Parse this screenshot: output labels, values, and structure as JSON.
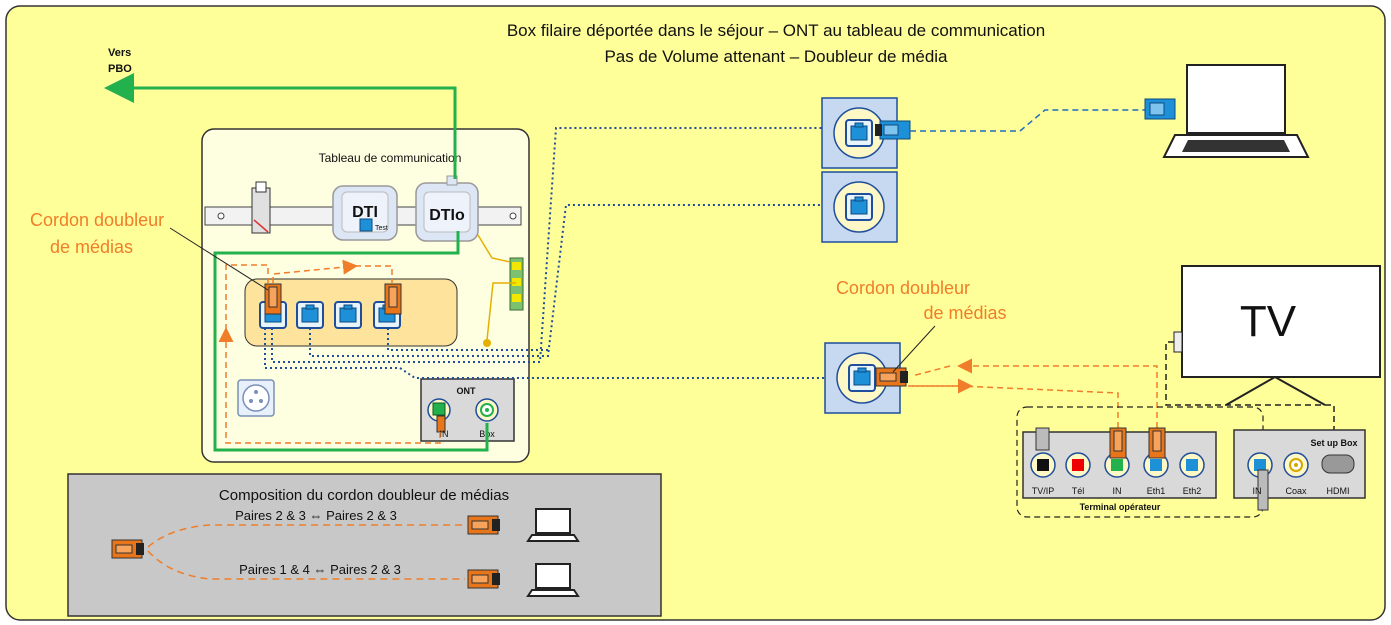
{
  "title_line1": "Box filaire déportée dans le séjour – ONT au tableau de communication",
  "title_line2": "Pas de Volume attenant – Doubleur de média",
  "vers": "Vers",
  "pbo": "PBO",
  "panel_title": "Tableau de communication",
  "dti": "DTI",
  "dtio": "DTIo",
  "test": "Test",
  "cord_left_line1": "Cordon doubleur",
  "cord_left_line2": "de médias",
  "cord_right_line1": "Cordon doubleur",
  "cord_right_line2": "de médias",
  "ont_label": "ONT",
  "ont_in": "IN",
  "ont_box": "Box",
  "tv_label": "TV",
  "setup_box_label": "Set up Box",
  "stb_in": "IN",
  "stb_coax": "Coax",
  "stb_hdmi": "HDMI",
  "terminal_label": "Terminal opérateur",
  "term_ports": [
    "TV/IP",
    "Tél",
    "IN",
    "Eth1",
    "Eth2"
  ],
  "composition_title": "Composition du cordon doubleur de médias",
  "pair_top": "Paires 2 & 3 ⇔ Paires 2 & 3",
  "pair_bottom": "Paires 1 & 4 ⇔ Paires 2 & 3",
  "colors": {
    "background": "#ffff99",
    "panel": "#fefee0",
    "fiber": "#22b14c",
    "copper_blue": "#1f4e9c",
    "cord_orange": "#f07d2a",
    "rj45_blue": "#1e90d8",
    "composition_bg": "#c8c8c8"
  }
}
